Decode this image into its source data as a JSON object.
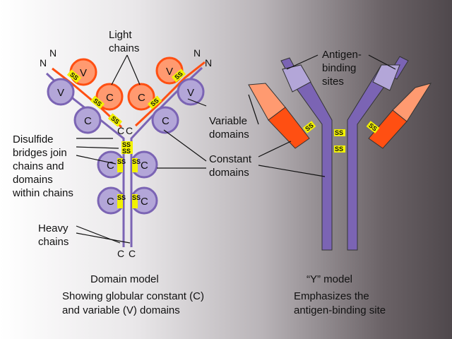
{
  "labels": {
    "light_chains": "Light\nchains",
    "disulfide": "Disulfide\nbridges join\nchains and\ndomains\nwithin chains",
    "heavy_chains": "Heavy\nchains",
    "variable_domains": "Variable\ndomains",
    "constant_domains": "Constant\ndomains",
    "antigen_binding_sites": "Antigen-\nbinding\nsites"
  },
  "terminals": {
    "n": "N",
    "c": "C"
  },
  "domains": {
    "variable": "V",
    "constant": "C"
  },
  "disulfide_symbol": "SS",
  "captions": {
    "domain_model": {
      "title": "Domain model",
      "subtitle": "Showing globular constant (C)\nand variable (V) domains"
    },
    "y_model": {
      "title": "“Y” model",
      "subtitle": "Emphasizes the\nantigen-binding site"
    }
  },
  "colors": {
    "heavy_chain": "#7b64b4",
    "heavy_chain_light": "#b3a6d8",
    "light_chain": "#ff4f12",
    "light_chain_light": "#ff9a70",
    "disulfide": "#f2f200"
  }
}
